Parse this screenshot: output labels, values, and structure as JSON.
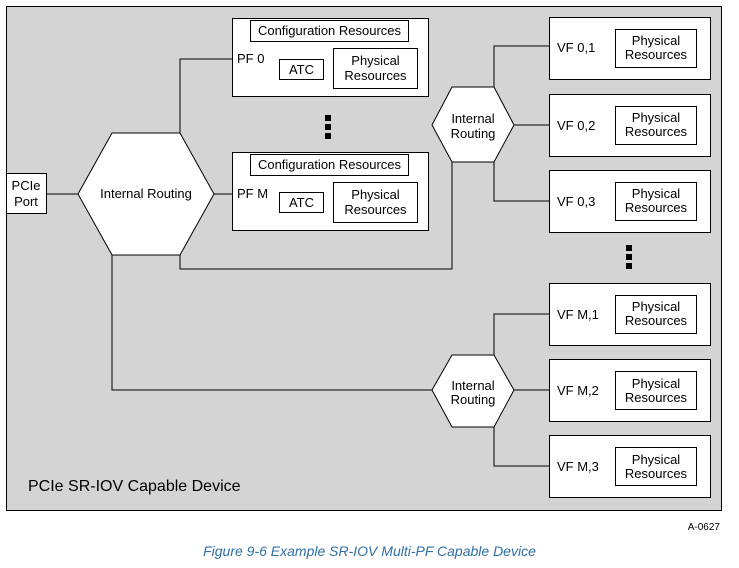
{
  "device": {
    "label": "PCIe SR-IOV Capable Device"
  },
  "port": {
    "line1": "PCIe",
    "line2": "Port"
  },
  "main_router": {
    "label": "Internal Routing"
  },
  "vf_router_top": {
    "line1": "Internal",
    "line2": "Routing"
  },
  "vf_router_bottom": {
    "line1": "Internal",
    "line2": "Routing"
  },
  "pf0": {
    "label": "PF 0",
    "config": "Configuration Resources",
    "atc": "ATC",
    "phys1": "Physical",
    "phys2": "Resources"
  },
  "pfm": {
    "label": "PF M",
    "config": "Configuration Resources",
    "atc": "ATC",
    "phys1": "Physical",
    "phys2": "Resources"
  },
  "vfs": [
    {
      "label": "VF 0,1",
      "phys1": "Physical",
      "phys2": "Resources"
    },
    {
      "label": "VF 0,2",
      "phys1": "Physical",
      "phys2": "Resources"
    },
    {
      "label": "VF 0,3",
      "phys1": "Physical",
      "phys2": "Resources"
    },
    {
      "label": "VF M,1",
      "phys1": "Physical",
      "phys2": "Resources"
    },
    {
      "label": "VF M,2",
      "phys1": "Physical",
      "phys2": "Resources"
    },
    {
      "label": "VF M,3",
      "phys1": "Physical",
      "phys2": "Resources"
    }
  ],
  "figure_id": "A-0627",
  "caption": "Figure  9-6  Example SR-IOV Multi-PF Capable Device",
  "colors": {
    "device_fill": "#d4d4d4",
    "caption": "#2e6fa7"
  }
}
